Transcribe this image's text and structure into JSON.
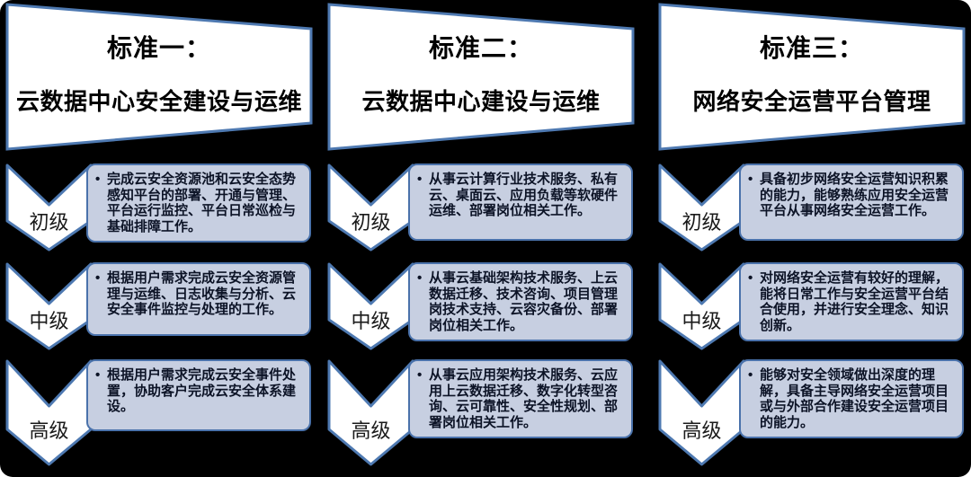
{
  "colors": {
    "bg": "#000000",
    "accent": "#4e79b1",
    "shape_fill": "#ffffff",
    "box_fill": "#c7cfe1",
    "box_border": "#4a72ab",
    "title_text": "#000000",
    "body_text": "#0c1326"
  },
  "bullet": "•",
  "columns": [
    {
      "title": "标准一：",
      "subtitle": "云数据中心安全建设与运维",
      "levels": [
        {
          "label": "初级",
          "text": "完成云安全资源池和云安全态势感知平台的部署、开通与管理、平台运行监控、平台日常巡检与基础排障工作。"
        },
        {
          "label": "中级",
          "text": "根据用户需求完成云安全资源管理与运维、日志收集与分析、云安全事件监控与处理的工作。"
        },
        {
          "label": "高级",
          "text": "根据用户需求完成云安全事件处置，协助客户完成云安全体系建设。"
        }
      ]
    },
    {
      "title": "标准二：",
      "subtitle": "云数据中心建设与运维",
      "levels": [
        {
          "label": "初级",
          "text": "从事云计算行业技术服务、私有云、桌面云、应用负载等软硬件运维、部署岗位相关工作。"
        },
        {
          "label": "中级",
          "text": "从事云基础架构技术服务、上云数据迁移、技术咨询、项目管理岗技术支持、云容灾备份、部署岗位相关工作。"
        },
        {
          "label": "高级",
          "text": "从事云应用架构技术服务、云应用上云数据迁移、数字化转型咨询、云可靠性、安全性规划、部署岗位相关工作。"
        }
      ]
    },
    {
      "title": "标准三：",
      "subtitle": "网络安全运营平台管理",
      "levels": [
        {
          "label": "初级",
          "text": "具备初步网络安全运营知识积累的能力，能够熟练应用安全运营平台从事网络安全运营工作。"
        },
        {
          "label": "中级",
          "text": "对网络安全运营有较好的理解，能将日常工作与安全运营平台结合使用，并进行安全理念、知识创新。"
        },
        {
          "label": "高级",
          "text": "能够对安全领域做出深度的理解，具备主导网络安全运营项目或与外部合作建设安全运营项目的能力。"
        }
      ]
    }
  ]
}
